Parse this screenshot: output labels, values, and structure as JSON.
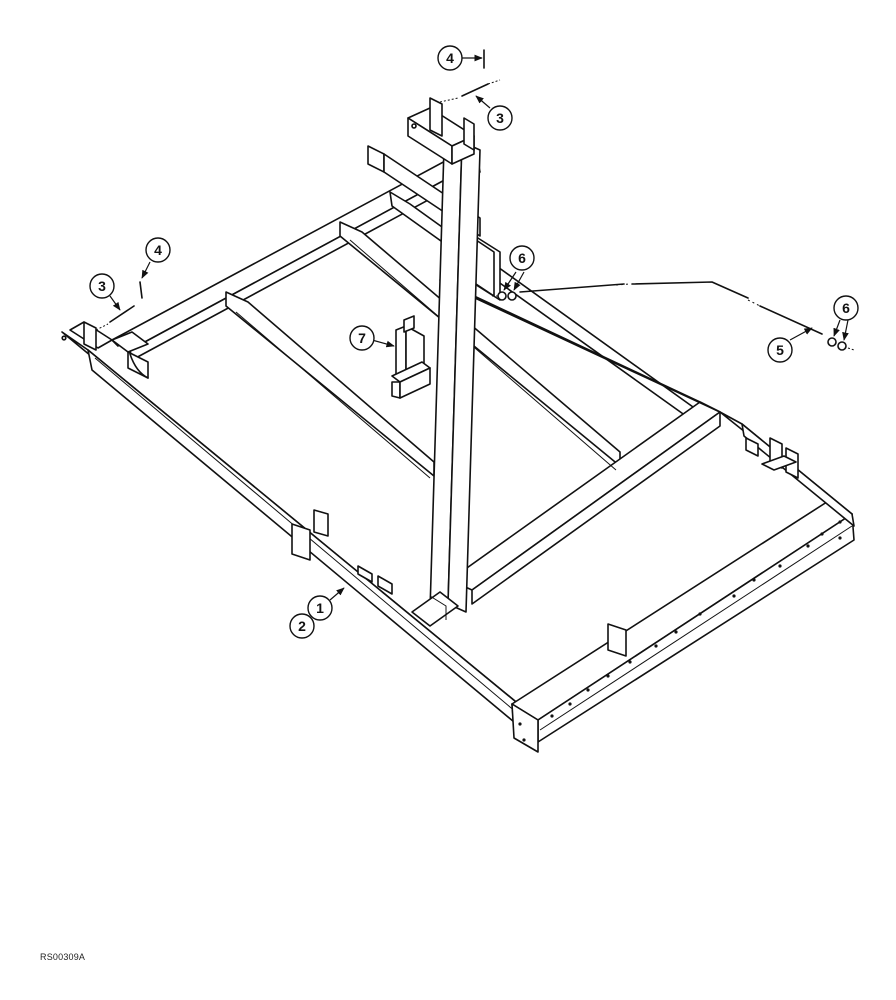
{
  "figure": {
    "drawing_code": "RS00309A",
    "callouts": [
      {
        "id": "c4a",
        "label": "4"
      },
      {
        "id": "c3a",
        "label": "3"
      },
      {
        "id": "c4b",
        "label": "4"
      },
      {
        "id": "c3b",
        "label": "3"
      },
      {
        "id": "c6a",
        "label": "6"
      },
      {
        "id": "c7",
        "label": "7"
      },
      {
        "id": "c6b",
        "label": "6"
      },
      {
        "id": "c5",
        "label": "5"
      },
      {
        "id": "c1",
        "label": "1"
      },
      {
        "id": "c2",
        "label": "2"
      }
    ]
  }
}
